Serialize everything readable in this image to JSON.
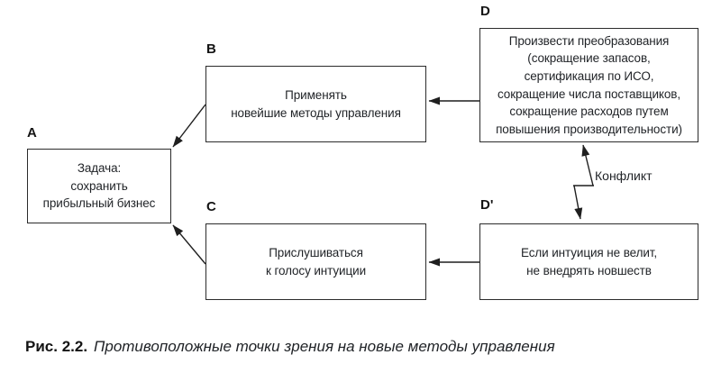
{
  "diagram": {
    "conflict_label": "Конфликт",
    "nodes": [
      {
        "id": "A",
        "label": "A",
        "text": "Задача:\nсохранить\nприбыльный бизнес"
      },
      {
        "id": "B",
        "label": "B",
        "text": "Применять\nновейшие методы управления"
      },
      {
        "id": "C",
        "label": "C",
        "text": "Прислушиваться\nк голосу интуиции"
      },
      {
        "id": "D",
        "label": "D",
        "text": "Произвести преобразования\n(сокращение запасов,\nсертификация по ИСО,\nсокращение числа поставщиков,\nсокращение расходов путем\nповышения производительности)"
      },
      {
        "id": "D'",
        "label": "D'",
        "text": "Если интуиция не велит,\nне внедрять новшеств"
      }
    ],
    "edges": [
      {
        "from": "D",
        "to": "B",
        "type": "arrow"
      },
      {
        "from": "D'",
        "to": "C",
        "type": "arrow"
      },
      {
        "from": "B",
        "to": "A",
        "type": "arrow"
      },
      {
        "from": "C",
        "to": "A",
        "type": "arrow"
      },
      {
        "from": "D",
        "to": "D'",
        "type": "conflict",
        "label": "Конфликт"
      }
    ]
  },
  "caption": {
    "prefix": "Рис. 2.2.",
    "text": "Противоположные точки зрения на новые методы управления"
  },
  "colors": {
    "ink": "#1f2226",
    "border": "#2b2b2b",
    "background": "#ffffff"
  }
}
